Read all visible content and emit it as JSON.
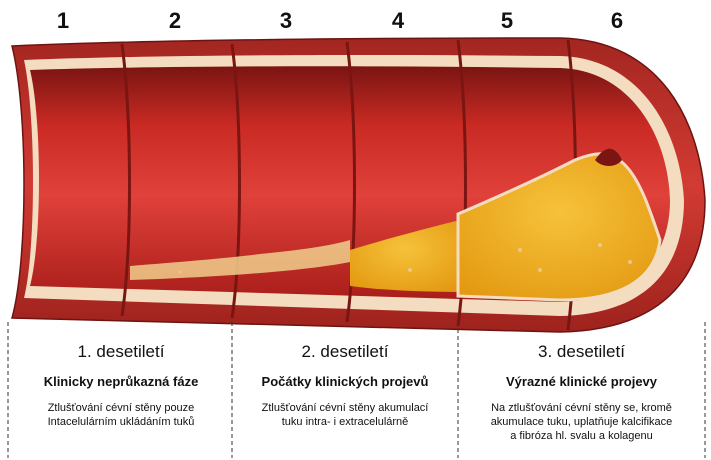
{
  "stages": [
    "1",
    "2",
    "3",
    "4",
    "5",
    "6"
  ],
  "periods": [
    {
      "decade": "1. desetiletí",
      "phase": "Klinicky neprůkazná fáze",
      "desc_lines": [
        "Ztlušťování cévní stěny pouze",
        "Intacelulárním ukládáním tuků"
      ]
    },
    {
      "decade": "2. desetiletí",
      "phase": "Počátky klinických projevů",
      "desc_lines": [
        "Ztlušťování cévní stěny akumulací",
        "tuku intra- i extracelulárně"
      ]
    },
    {
      "decade": "3. desetiletí",
      "phase": "Výrazné klinické projevy",
      "desc_lines": [
        "Na ztlušťování cévní stěny se, kromě",
        "akumulace tuku, uplatňuje kalcifikace",
        "a fibróza hl. svalu a kolagenu"
      ]
    }
  ],
  "colors": {
    "outer_wall": "#c7352e",
    "wall_dark": "#8e1c1a",
    "lumen": "#c92a24",
    "lumen_shadow": "#7a1512",
    "intima": "#f3dcc0",
    "fatty_plaque": "#f3b21c",
    "plaque_core": "#e6a012"
  }
}
